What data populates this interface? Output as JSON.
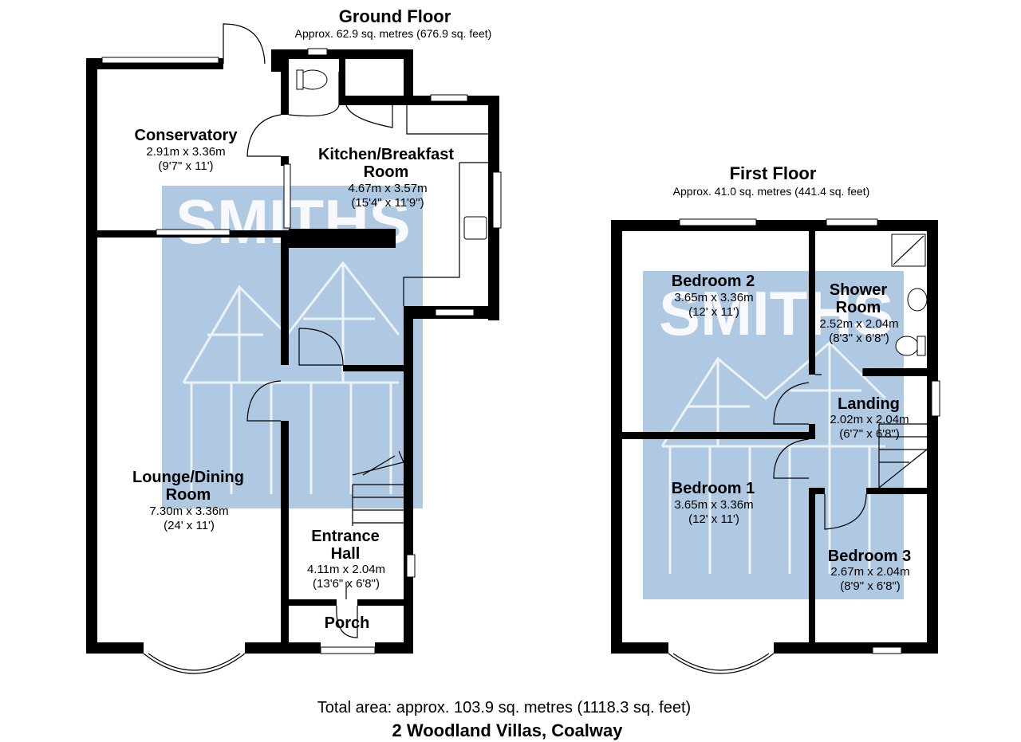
{
  "ground_floor": {
    "title": "Ground Floor",
    "area": "Approx. 62.9 sq. metres (676.9 sq. feet)",
    "rooms": [
      {
        "name": "Conservatory",
        "metric": "2.91m x 3.36m",
        "imperial": "(9'7\" x 11')"
      },
      {
        "name": "Kitchen/Breakfast",
        "name2": "Room",
        "metric": "4.67m x 3.57m",
        "imperial": "(15'4\" x 11'9\")"
      },
      {
        "name": "Lounge/Dining",
        "name2": "Room",
        "metric": "7.30m x 3.36m",
        "imperial": "(24' x 11')"
      },
      {
        "name": "Entrance",
        "name2": "Hall",
        "metric": "4.11m x 2.04m",
        "imperial": "(13'6\" x 6'8\")"
      },
      {
        "name": "Porch"
      }
    ]
  },
  "first_floor": {
    "title": "First Floor",
    "area": "Approx. 41.0 sq. metres (441.4 sq. feet)",
    "rooms": [
      {
        "name": "Bedroom 2",
        "metric": "3.65m x 3.36m",
        "imperial": "(12' x 11')"
      },
      {
        "name": "Shower",
        "name2": "Room",
        "metric": "2.52m x 2.04m",
        "imperial": "(8'3\" x 6'8\")"
      },
      {
        "name": "Landing",
        "metric": "2.02m x 2.04m",
        "imperial": "(6'7\" x 6'8\")"
      },
      {
        "name": "Bedroom 1",
        "metric": "3.65m x 3.36m",
        "imperial": "(12' x 11')"
      },
      {
        "name": "Bedroom 3",
        "metric": "2.67m x 2.04m",
        "imperial": "(8'9\" x 6'8\")"
      }
    ]
  },
  "watermark": {
    "text": "SMITHS",
    "color": "#6f9ccc"
  },
  "footer": {
    "total_area": "Total area: approx. 103.9 sq. metres (1118.3 sq. feet)",
    "address": "2 Woodland Villas, Coalway"
  }
}
